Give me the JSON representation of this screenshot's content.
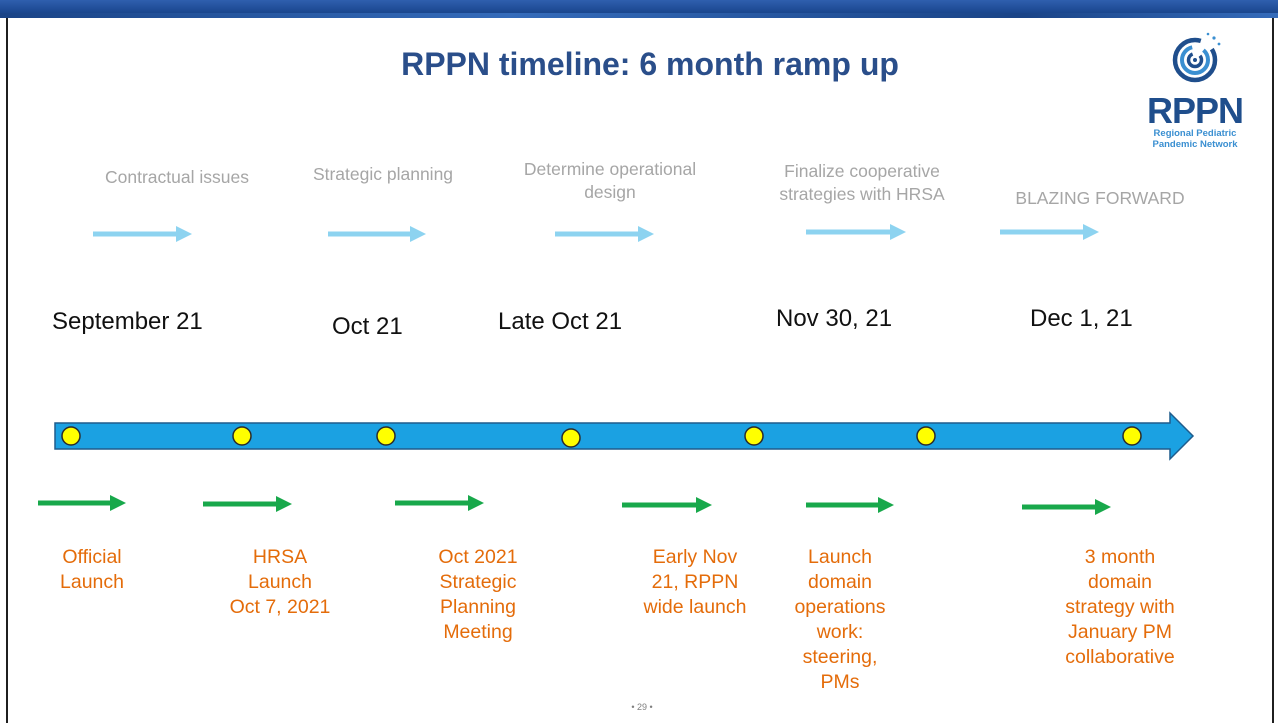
{
  "title": "RPPN timeline: 6 month ramp up",
  "logo": {
    "wordmark": "RPPN",
    "sub_line1": "Regional Pediatric",
    "sub_line2": "Pandemic Network",
    "color_primary": "#1f4e8c",
    "color_secondary": "#3a8fd1"
  },
  "phases": [
    {
      "label_l1": "Contractual issues",
      "label_l2": ""
    },
    {
      "label_l1": "Strategic planning",
      "label_l2": ""
    },
    {
      "label_l1": "Determine operational",
      "label_l2": "design"
    },
    {
      "label_l1": "Finalize cooperative",
      "label_l2": "strategies with HRSA"
    },
    {
      "label_l1": "BLAZING FORWARD",
      "label_l2": ""
    }
  ],
  "dates": [
    "September 21",
    "Oct 21",
    "Late Oct 21",
    "Nov 30, 21",
    "Dec 1, 21"
  ],
  "milestones": [
    [
      "Official",
      "Launch"
    ],
    [
      "HRSA",
      "Launch",
      "Oct 7, 2021"
    ],
    [
      "Oct 2021",
      "Strategic",
      "Planning",
      "Meeting"
    ],
    [
      "Early Nov",
      "21, RPPN",
      "wide launch"
    ],
    [
      "Launch",
      "domain",
      "operations",
      "work:",
      "steering,",
      "PMs"
    ],
    [
      "3 month",
      "domain",
      "strategy with",
      "January PM",
      "collaborative"
    ]
  ],
  "page_number": "• 29 •",
  "colors": {
    "title": "#2a4e8a",
    "phase_text": "#a6a6a6",
    "phase_arrow": "#8dd3f0",
    "timeline_bar": "#1ba1e2",
    "timeline_border": "#1f5c8c",
    "node_fill": "#ffff00",
    "milestone_arrow": "#18a84b",
    "milestone_text": "#e46c0a"
  }
}
